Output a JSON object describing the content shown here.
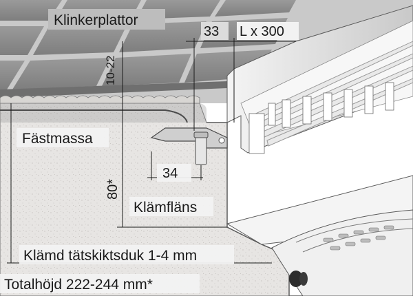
{
  "labels": {
    "tiles": "Klinkerplattor",
    "dim_flange_width": "33",
    "dim_length": "L x 300",
    "dim_tile_thickness": "10-22",
    "adhesive": "Fästmassa",
    "dim_offset": "34",
    "dim_depth": "80*",
    "clamp_flange": "Klämfläns",
    "membrane": "Klämd tätskiktsduk 1-4 mm",
    "total_height": "Totalhöjd 222-244 mm*"
  },
  "colors": {
    "tile": "#8c8c8c",
    "tile_dark": "#7a7a7a",
    "grout": "#c8c8c8",
    "concrete": "#e8e6e4",
    "metal": "#d9d9d9",
    "metal_edge": "#5a5a5a",
    "label_bg": "#f2f2f2",
    "line": "#1a1a1a"
  }
}
